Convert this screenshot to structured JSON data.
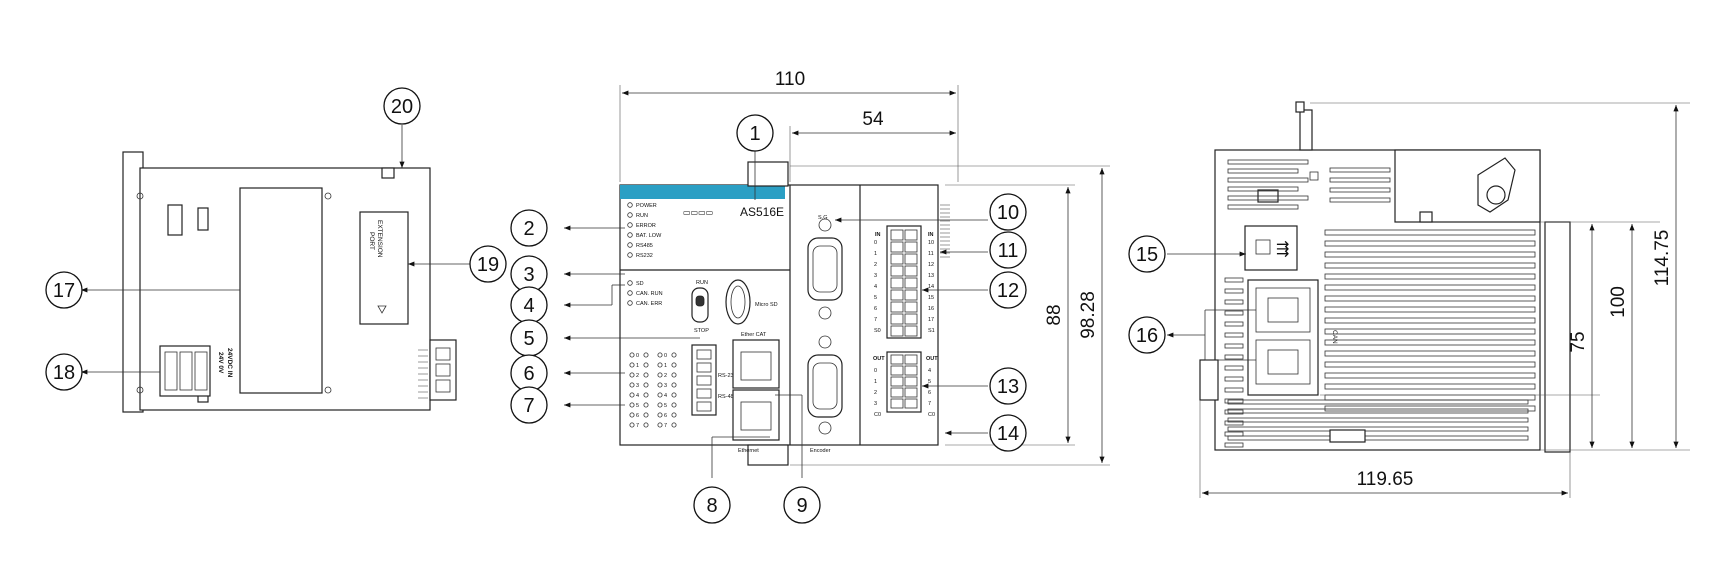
{
  "dimensions": {
    "width_top": "110",
    "width_terminal": "54",
    "height_front": "88",
    "height_front_total": "98.28",
    "depth": "119.65",
    "height_side_inner": "75",
    "height_side": "100",
    "height_side_total": "114.75"
  },
  "model": "AS516E",
  "front_labels": {
    "led_power": "POWER",
    "led_run": "RUN",
    "led_error": "ERROR",
    "led_bat_low": "BAT. LOW",
    "led_rs485": "RS485",
    "led_rs232": "RS232",
    "led_sd": "SD",
    "led_can_run": "CAN. RUN",
    "led_can_err": "CAN. ERR",
    "run": "RUN",
    "stop": "STOP",
    "micro_sd": "Micro SD",
    "ethercat": "Ether CAT",
    "ethernet": "Ethernet",
    "encoder": "Encoder",
    "sg": "S.G",
    "in": "IN",
    "out": "OUT",
    "in_left_nums": [
      "0",
      "1",
      "2",
      "3",
      "4",
      "5",
      "6",
      "7",
      "S0"
    ],
    "in_right_nums": [
      "10",
      "11",
      "12",
      "13",
      "14",
      "15",
      "16",
      "17",
      "S1"
    ],
    "out_left_nums": [
      "0",
      "1",
      "2",
      "3",
      "C0"
    ],
    "out_right_nums": [
      "4",
      "5",
      "6",
      "7",
      "C0"
    ],
    "rs485": "RS-485",
    "rs232": "RS-232"
  },
  "left_labels": {
    "power_in": "24VDC IN",
    "power_pins": "24V 0V",
    "extension_port_1": "EXTENSION",
    "extension_port_2": "PORT"
  },
  "side_labels": {
    "can": "CAN"
  },
  "callouts": [
    "1",
    "2",
    "3",
    "4",
    "5",
    "6",
    "7",
    "8",
    "9",
    "10",
    "11",
    "12",
    "13",
    "14",
    "15",
    "16",
    "17",
    "18",
    "19",
    "20"
  ]
}
